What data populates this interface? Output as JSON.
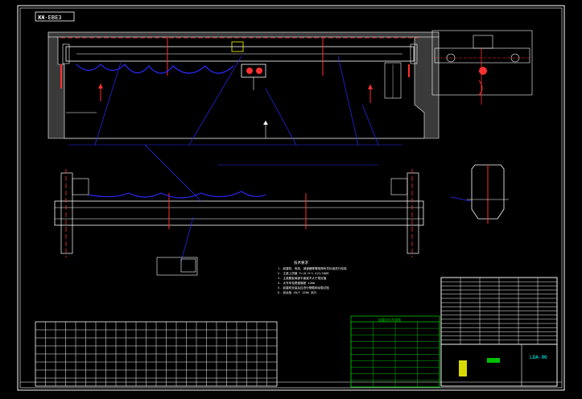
{
  "drawing": {
    "title_stamp": "LDA-00",
    "tag_box": "ЖЖ-ЕВЕЗ",
    "background": "#000000",
    "line_color": "#ffffff",
    "accent_red": "#ff3030",
    "accent_blue": "#2a2aff",
    "accent_green": "#00c000",
    "accent_yellow": "#ffff00",
    "accent_cyan": "#00ffff"
  },
  "notes": {
    "heading": "技术要求",
    "lines": [
      "1. 起重机、电机、减速器等需按照有关标准进行检验",
      "2. 主梁上拱度 F=(0.9~1.4)S/1000",
      "3. 主梁腹板局部平面度不大于规定值",
      "4. 大车车轮跨度偏差 ±2mm",
      "5. 起重机安装后应进行静载和动载试验",
      "6. 其余按 JB/T 1306 执行"
    ]
  },
  "table_left": {
    "rows": 8,
    "cols": 24
  },
  "table_green": {
    "title": "起重机技术规格",
    "rows": 10
  },
  "table_right": {
    "rows": 16
  },
  "icons": {
    "hook": "hook-icon",
    "wheel": "wheel-icon"
  }
}
